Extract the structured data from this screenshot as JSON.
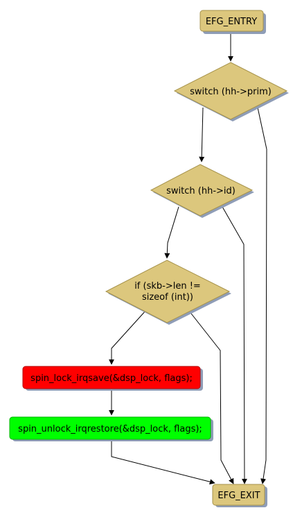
{
  "colors": {
    "node_fill": "#dcc77d",
    "node_stroke": "#a6924a",
    "shadow": "#8f9db7",
    "lock_fill": "#ff0000",
    "lock_stroke": "#b30000",
    "unlock_fill": "#00ff00",
    "unlock_stroke": "#00b300",
    "edge": "#000000"
  },
  "nodes": {
    "entry": {
      "label": "EFG_ENTRY"
    },
    "switch_prim": {
      "label": "switch (hh->prim)"
    },
    "switch_id": {
      "label": "switch (hh->id)"
    },
    "if_len": {
      "label_line1": "if (skb->len !=",
      "label_line2": "sizeof (int))"
    },
    "spin_lock": {
      "label": "spin_lock_irqsave(&dsp_lock, flags);"
    },
    "spin_unlock": {
      "label": "spin_unlock_irqrestore(&dsp_lock, flags);"
    },
    "exit": {
      "label": "EFG_EXIT"
    }
  }
}
